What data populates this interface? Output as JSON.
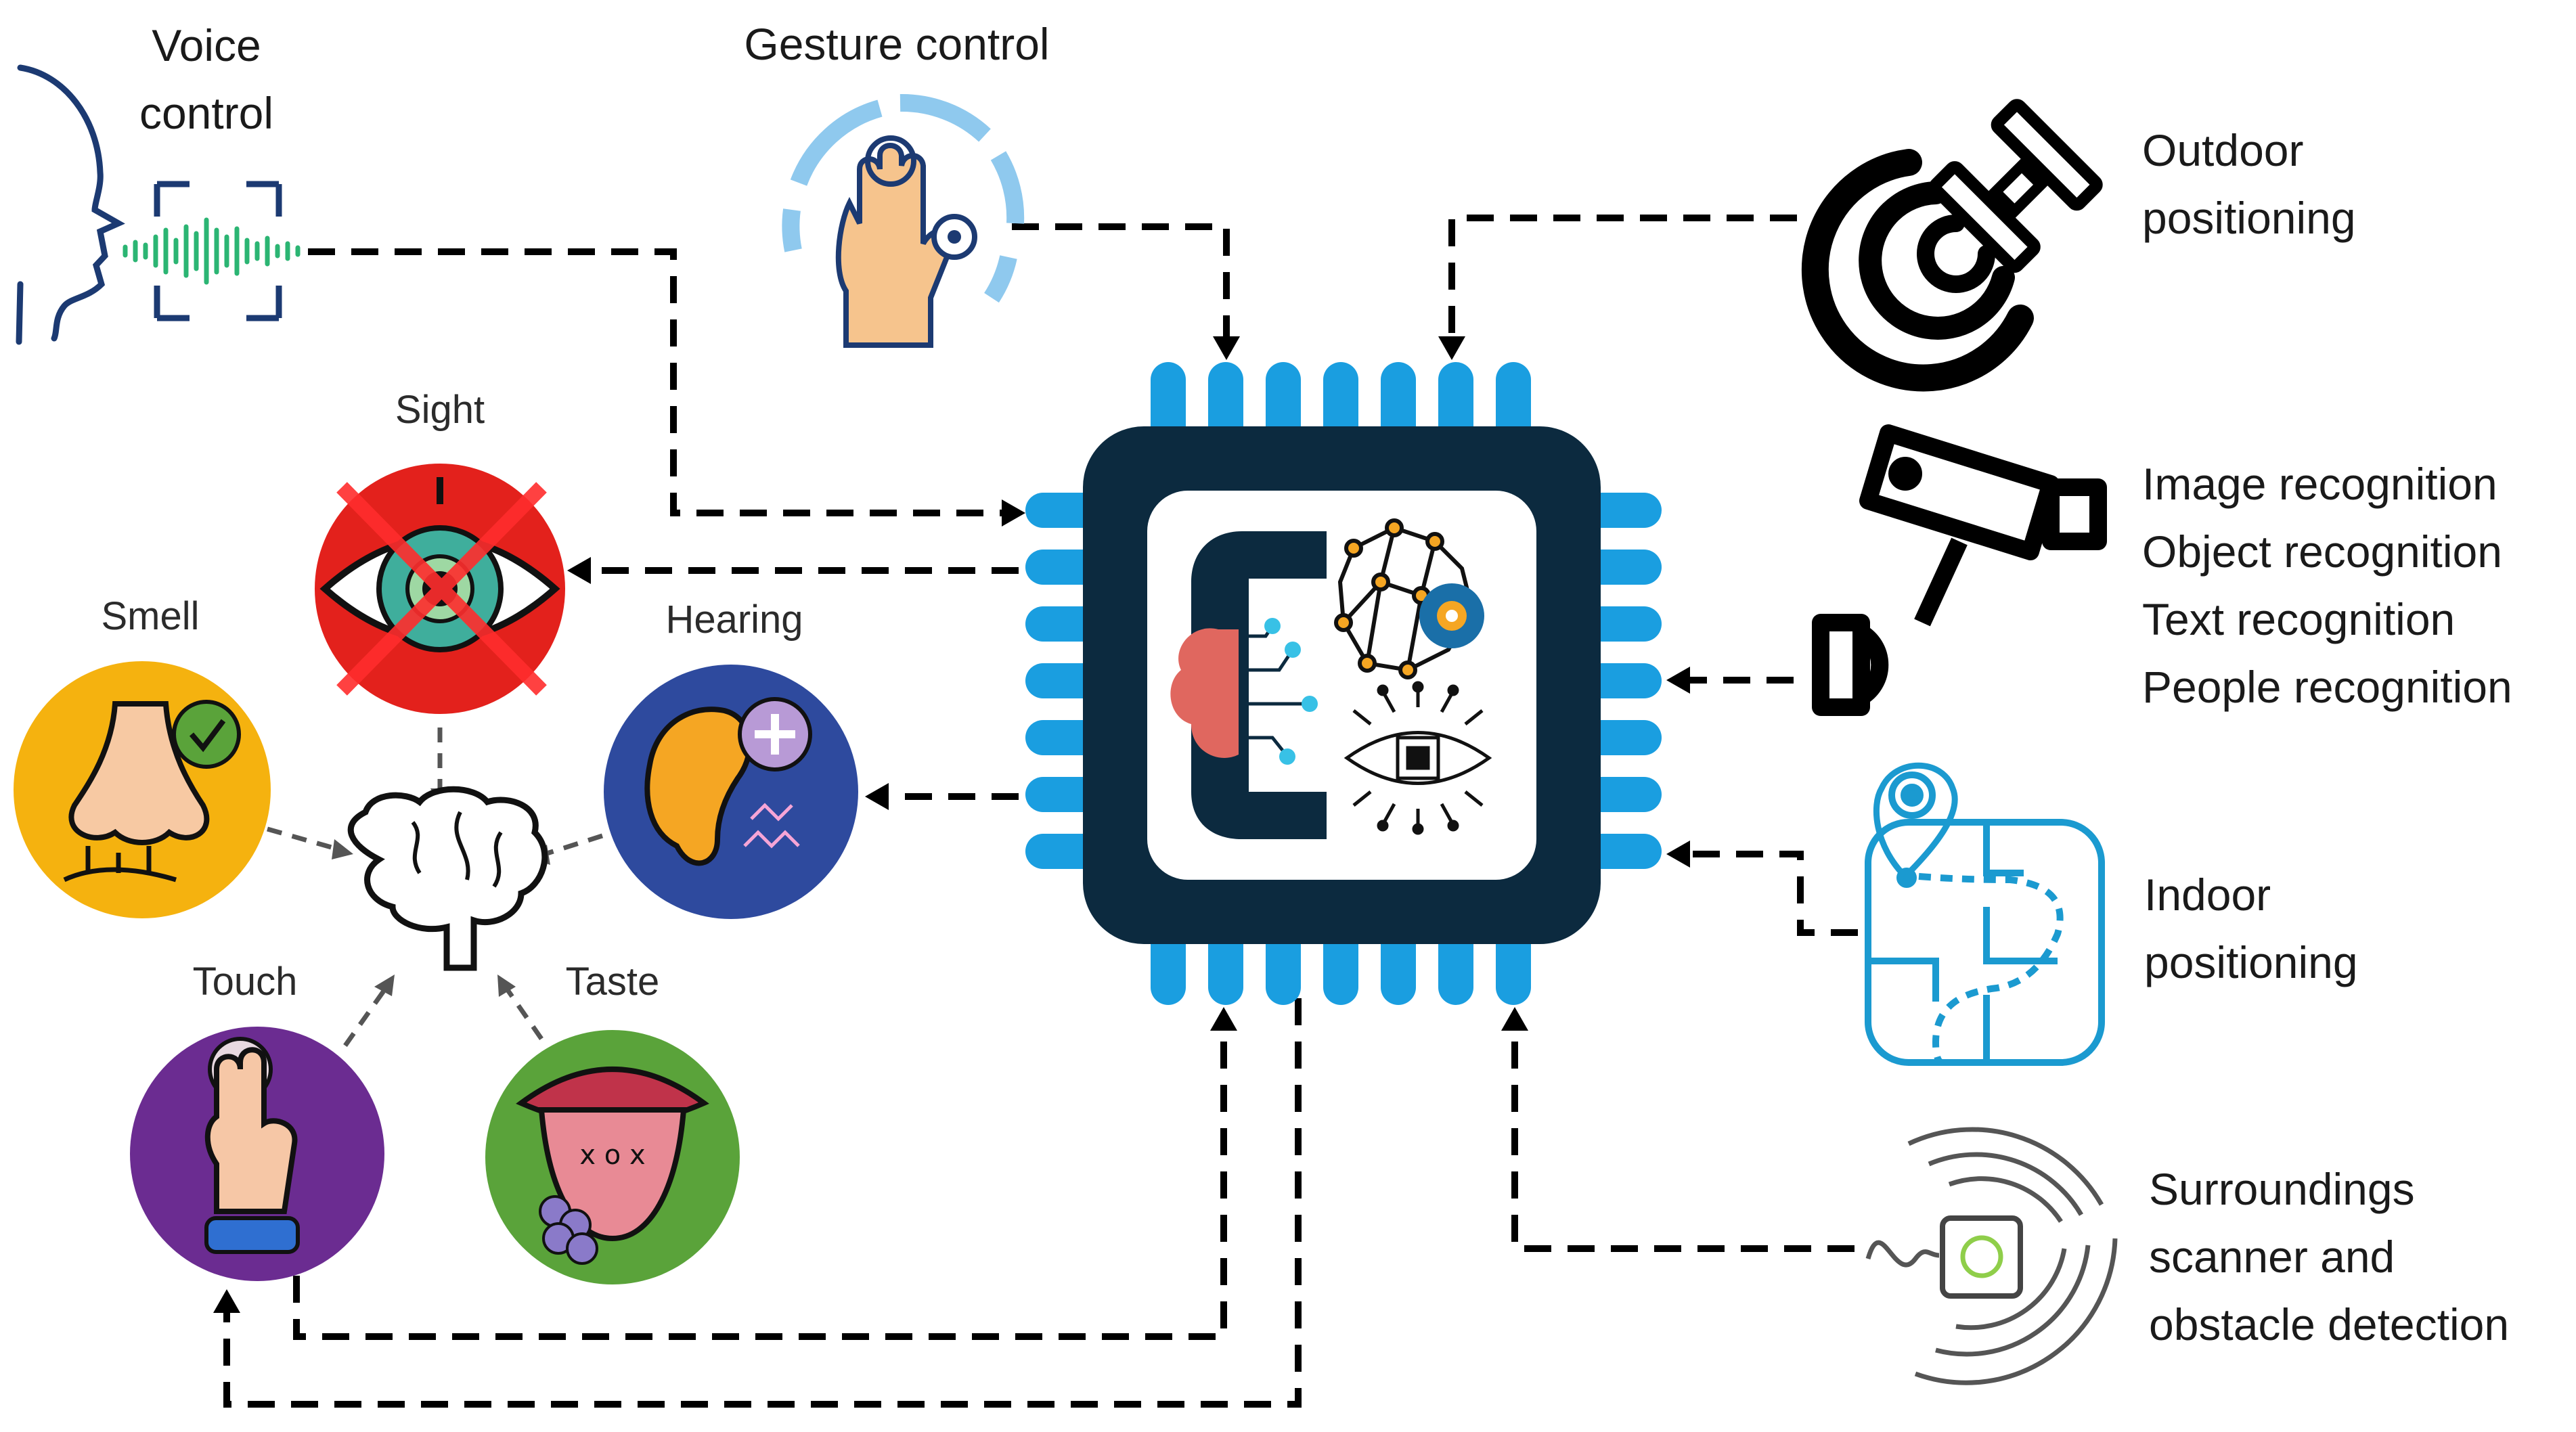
{
  "inputs": {
    "voice": "Voice control",
    "voice_lines": [
      "Voice",
      "control"
    ],
    "gesture": "Gesture control"
  },
  "senses": {
    "sight": "Sight",
    "smell": "Smell",
    "hearing": "Hearing",
    "touch": "Touch",
    "taste": "Taste"
  },
  "capabilities": {
    "outdoor": [
      "Outdoor",
      "positioning"
    ],
    "recognition": [
      "Image recognition",
      "Object recognition",
      "Text recognition",
      "People recognition"
    ],
    "indoor": [
      "Indoor",
      "positioning"
    ],
    "scanner": [
      "Surroundings",
      "scanner and",
      "obstacle detection"
    ]
  },
  "colors": {
    "chip_body": "#0c2a3f",
    "chip_pins": "#1a9ee0",
    "sight_bg": "#e3211c",
    "smell_bg": "#f5b20f",
    "hearing_bg": "#2e4a9e",
    "touch_bg": "#6b2c91",
    "taste_bg": "#5aa33a",
    "indoor_map": "#1b9ad0",
    "voice_wave": "#2bb573"
  },
  "icons": [
    "head-profile-icon",
    "hand-gesture-icon",
    "chip-icon",
    "eye-crossed-icon",
    "nose-icon",
    "ear-icon",
    "finger-touch-icon",
    "tongue-icon",
    "brain-icon",
    "satellite-icon",
    "camera-icon",
    "map-pin-icon",
    "scanner-icon"
  ]
}
